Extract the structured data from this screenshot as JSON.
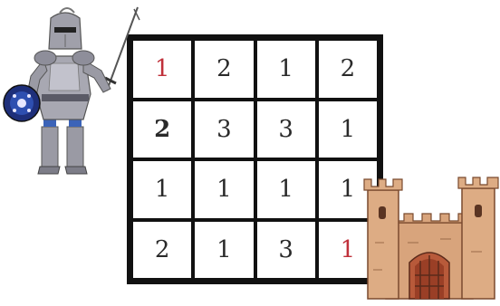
{
  "puzzle": {
    "grid": [
      [
        "1",
        "2",
        "1",
        "2"
      ],
      [
        "2",
        "3",
        "3",
        "1"
      ],
      [
        "1",
        "1",
        "1",
        "1"
      ],
      [
        "2",
        "1",
        "3",
        "1"
      ]
    ],
    "start_cell": [
      0,
      0
    ],
    "goal_cell": [
      3,
      3
    ],
    "highlight_color": "#c0303a"
  },
  "sprites": {
    "knight": "knight-with-sword-and-shield",
    "castle": "sand-castle-with-gate"
  }
}
